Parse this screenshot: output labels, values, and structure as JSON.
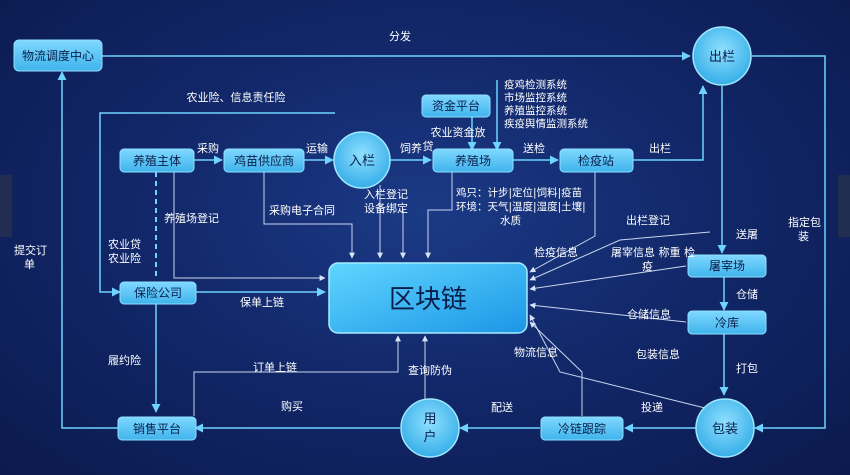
{
  "nodes": {
    "logistics_center": "物流调度中心",
    "breeder": "养殖主体",
    "chick_supplier": "鸡苗供应商",
    "into_pen": "入栏",
    "fund_platform": "资金平台",
    "farm": "养殖场",
    "quarantine_station": "检疫站",
    "out_pen": "出栏",
    "insurance_company": "保险公司",
    "blockchain": "区块链",
    "slaughterhouse": "屠宰场",
    "cold_storage": "冷库",
    "sales_platform": "销售平台",
    "user_line1": "用",
    "user_line2": "户",
    "cold_chain_tracking": "冷链跟踪",
    "packaging": "包装"
  },
  "labels": {
    "distribute": "分发",
    "agri_insurance": "农业险、信息责任险",
    "purchase": "采购",
    "transport": "运输",
    "feed": "饲养",
    "send_inspection": "送检",
    "out_pen_edge": "出栏",
    "fund_loan_line1": "农业资金放",
    "fund_loan_line2": "贷",
    "monitor_systems": [
      "疫鸡检测系统",
      "市场监控系统",
      "养殖监控系统",
      "疾疫舆情监测系统"
    ],
    "breeding_registration": "养殖场登记",
    "purchase_contract": "采购电子合同",
    "into_pen_reg_line1": "入栏登记",
    "into_pen_reg_line2": "设备绑定",
    "farm_data_line1": "鸡只：计步|定位|饲料|疫苗",
    "farm_data_line2": "环境：天气|温度|湿度|土壤|",
    "farm_data_line3": "水质",
    "submit_order_line1": "提交订",
    "submit_order_line2": "单",
    "agri_loan_line1": "农业贷",
    "agri_loan_line2": "农业险",
    "policy_chain": "保单上链",
    "quarantine_info": "检疫信息",
    "out_pen_reg": "出栏登记",
    "slaughter_info_line1": "屠宰信息 称重 检",
    "slaughter_info_line2": "疫",
    "slaughter_edge": "送屠",
    "storage": "仓储",
    "storage_info": "仓储信息",
    "pack": "打包",
    "pack_info": "包装信息",
    "logistics_info": "物流信息",
    "designated_pack_line1": "指定包",
    "designated_pack_line2": "装",
    "performance_insurance": "履约险",
    "order_chain": "订单上链",
    "query_anticounterfeit": "查询防伪",
    "buy": "购买",
    "deliver": "配送",
    "dispatch": "投递"
  },
  "colors": {
    "background": "#12286a",
    "node_fill": "#5cc8f5",
    "edge": "#6fd3ff",
    "blockchain_fill": "#2fb8f2"
  }
}
